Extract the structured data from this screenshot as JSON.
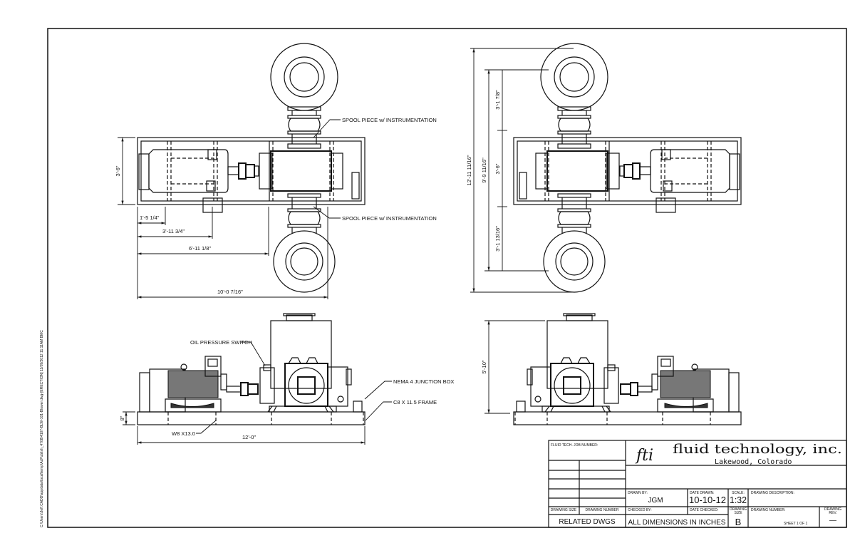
{
  "file_path_stamp": "C:\\Users\\Jeff.CADD\\appdata\\local\\temp\\AcPublish_4708\\4107-BLW-101-Blower.dwg-[ERECTION]  11/09/2012 11:11AM  BMC",
  "plan_view": {
    "spool_top_label": "SPOOL PIECE w/ INSTRUMENTATION",
    "spool_bottom_label": "SPOOL PIECE w/ INSTRUMENTATION",
    "dim_width": "3'-6\"",
    "dim_1": "1'-5 1/4\"",
    "dim_2": "3'-11 3/4\"",
    "dim_3": "6'-11 1/8\"",
    "dim_4": "10'-0 7/16\""
  },
  "elevation_view": {
    "oil_switch_label": "OIL PRESSURE SWITCH",
    "junction_box_label": "NEMA 4 JUNCTION BOX",
    "frame_label": "C8 X 11.5  FRAME",
    "beam_label": "W8 X13.0",
    "dim_height": "8\"",
    "dim_length": "12'-0\""
  },
  "right_plan_view": {
    "dim_overall": "12'-11 11/16\"",
    "dim_flanges": "9'-9 11/16\"",
    "dim_top": "3'-1 7/8\"",
    "dim_mid": "3'-6\"",
    "dim_bottom": "3'-1 13/16\""
  },
  "right_elevation_view": {
    "dim_height": "5'-10\""
  },
  "title_block": {
    "job_number_label": "FLUID TECH. JOB NUMBER:",
    "logo_mark": "fti",
    "company": "fluid technology, inc.",
    "location": "Lakewood, Colorado",
    "drawn_by_label": "DRAWN BY:",
    "drawn_by": "JGM",
    "date_drawn_label": "DATE DRAWN:",
    "date_drawn": "10-10-12",
    "scale_label": "SCALE:",
    "scale": "1:32",
    "description_label": "DRAWING DESCRIPTION:",
    "checked_by_label": "CHECKED BY:",
    "date_checked_label": "DATE CHECKED:",
    "drawing_size_label": "DRAWING SIZE",
    "drawing_size": "B",
    "drawing_number_label": "DRAWING NUMBER:",
    "drawing_rev_label": "DRAWING REV.",
    "drawing_rev": "—",
    "sheet": "SHEET  1  OF  1",
    "related_size_label": "DRAWING SIZE",
    "related_number_label": "DRAWING NUMBER",
    "related_dwgs": "RELATED DWGS",
    "dimensions_note": "ALL DIMENSIONS IN INCHES"
  }
}
